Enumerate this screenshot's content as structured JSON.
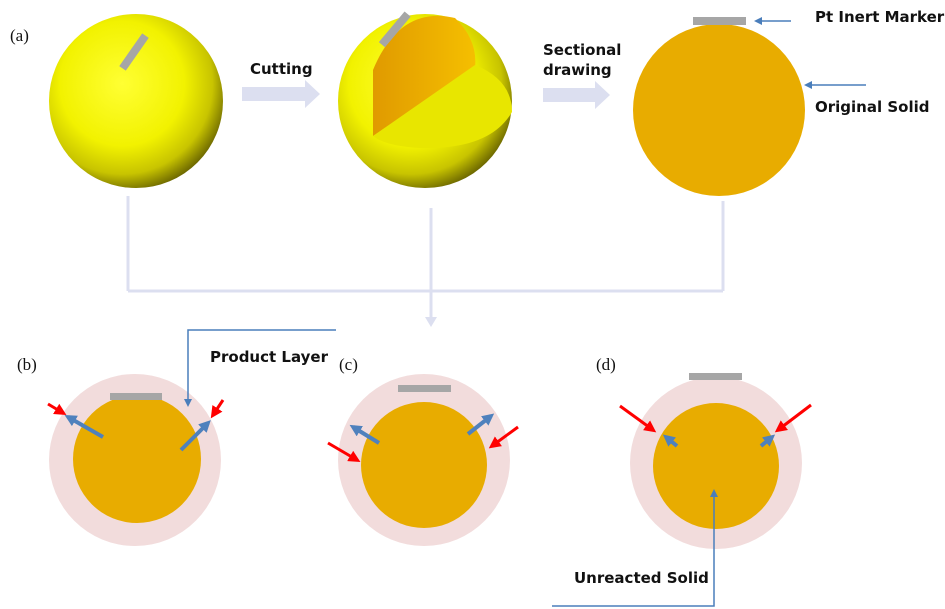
{
  "figure": {
    "panels": {
      "a": "(a)",
      "b": "(b)",
      "c": "(c)",
      "d": "(d)"
    },
    "steps": {
      "cutting": "Cutting",
      "sectional_line1": "Sectional",
      "sectional_line2": "drawing"
    },
    "labels": {
      "pt_inert_marker": "Pt Inert Marker",
      "original_solid": "Original Solid",
      "product_layer": "Product Layer",
      "unreacted_solid": "Unreacted Solid"
    },
    "colors": {
      "sphere_yellow": "#f2f200",
      "solid_orange": "#e8ac00",
      "product_layer_pink": "#f2dcdc",
      "marker_gray": "#a6a6a6",
      "pointer_blue": "#4a7ebb",
      "outward_arrow_blue": "#4f81bd",
      "inward_arrow_red": "#ff0000",
      "flow_arrow_lavender": "#dcdff0"
    }
  }
}
